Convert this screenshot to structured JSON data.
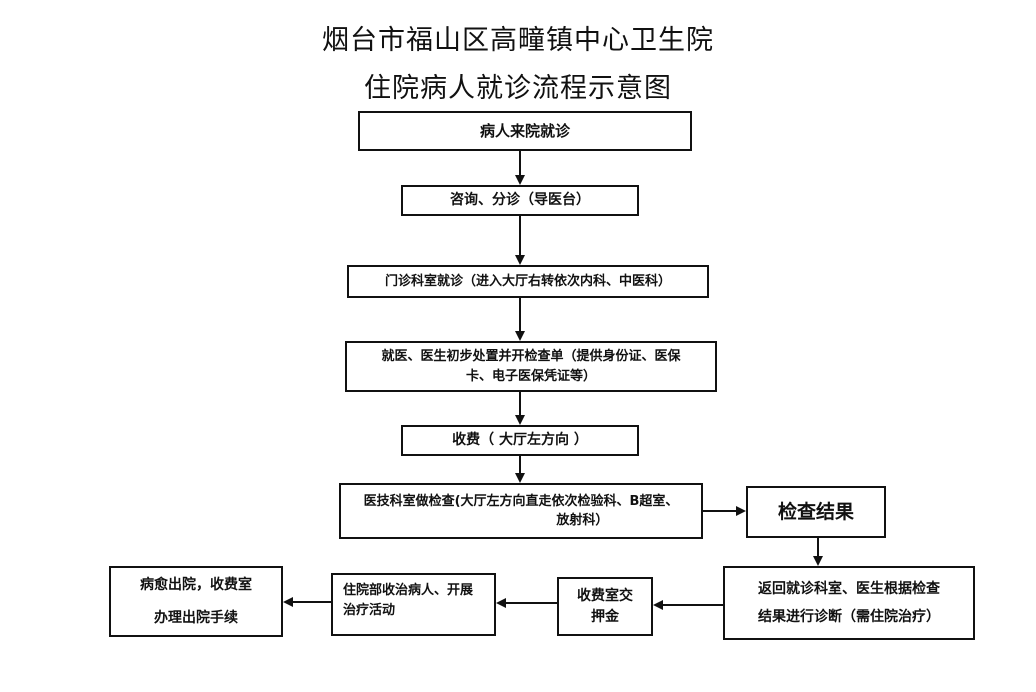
{
  "title": {
    "line1": "烟台市福山区高疃镇中心卫生院",
    "line2": "住院病人就诊流程示意图"
  },
  "steps": {
    "arrive": "病人来院就诊",
    "consult": "咨询、分诊（导医台）",
    "outpatient": "门诊科室就诊（进入大厅右转依次内科、中医科）",
    "doctor_line1": "就医、医生初步处置并开检查单（提供身份证、医保",
    "doctor_line2": "卡、电子医保凭证等）",
    "pay": "收费（ 大厅左方向 ）",
    "exam_line1": "医技科室做检查(大厅左方向直走依次检验科、B超室、",
    "exam_line2": "放射科）",
    "result": "检查结果",
    "diagnose_line1": "返回就诊科室、医生根据检查",
    "diagnose_line2": "结果进行诊断（需住院治疗）",
    "deposit_line1": "收费室交",
    "deposit_line2": "押金",
    "ward_line1": "住院部收治病人、开展",
    "ward_line2": "治疗活动",
    "discharge_line1": "病愈出院，收费室",
    "discharge_line2": "办理出院手续"
  }
}
